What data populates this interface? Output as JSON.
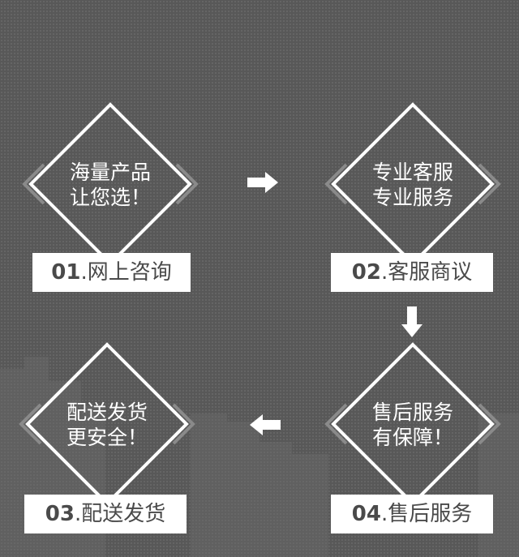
{
  "colors": {
    "background": "#585858",
    "line": "#ffffff",
    "label_text": "#4a4a4a"
  },
  "steps": [
    {
      "line1": "海量产品",
      "line2": "让您选！",
      "num": "01",
      "sep": ".",
      "label": "网上咨询"
    },
    {
      "line1": "专业客服",
      "line2": "专业服务",
      "num": "02",
      "sep": ".",
      "label": "客服商议"
    },
    {
      "line1": "配送发货",
      "line2": "更安全！",
      "num": "03",
      "sep": ".",
      "label": "配送发货"
    },
    {
      "line1": "售后服务",
      "line2": "有保障！",
      "num": "04",
      "sep": ".",
      "label": "售后服务"
    }
  ],
  "arrows": [
    "arrow-right-icon",
    "arrow-down-icon",
    "arrow-left-icon"
  ]
}
